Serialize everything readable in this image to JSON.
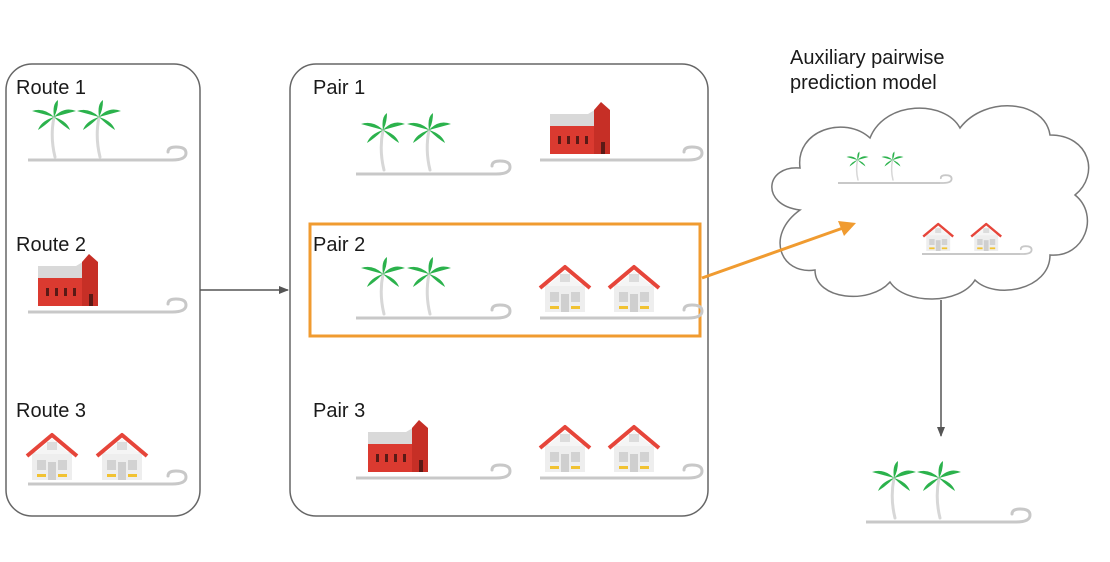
{
  "routes_panel": {
    "routes": [
      {
        "label": "Route 1",
        "icons": [
          "palm-tree-icon",
          "palm-tree-icon"
        ]
      },
      {
        "label": "Route 2",
        "icons": [
          "red-barn-icon"
        ]
      },
      {
        "label": "Route 3",
        "icons": [
          "white-house-icon",
          "white-house-icon"
        ]
      }
    ]
  },
  "pairs_panel": {
    "pairs": [
      {
        "label": "Pair 1",
        "highlighted": false
      },
      {
        "label": "Pair 2",
        "highlighted": true
      },
      {
        "label": "Pair 3",
        "highlighted": false
      }
    ]
  },
  "model": {
    "title_line1": "Auxiliary pairwise",
    "title_line2": "prediction model"
  },
  "colors": {
    "highlight": "#f09b30",
    "barn_red": "#db3a30",
    "palm_green": "#2bb24c",
    "road_gray": "#c8c8c8",
    "outline": "#555555"
  }
}
